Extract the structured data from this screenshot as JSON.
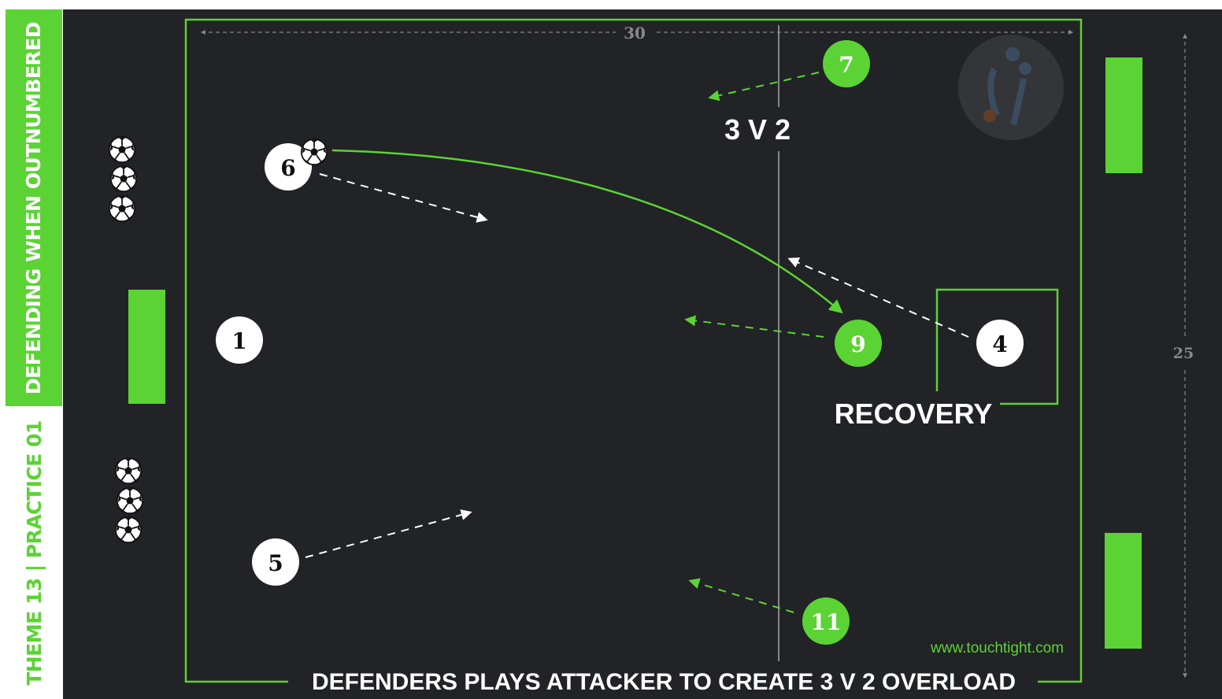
{
  "sidebar": {
    "top_label": "DEFENDING WHEN OUTNUMBERED",
    "bottom_label": "THEME 13 | PRACTICE 01"
  },
  "diagram": {
    "dimensions": {
      "width_label": "30",
      "length_label": "25"
    },
    "zone_label": "3 V 2",
    "recovery_label": "RECOVERY",
    "caption": "DEFENDERS PLAYS ATTACKER TO CREATE 3 V 2 OVERLOAD",
    "watermark": "www.touchtight.com",
    "players": {
      "white": [
        "6",
        "1",
        "5",
        "4"
      ],
      "green": [
        "7",
        "9",
        "11"
      ]
    },
    "ball_stacks": {
      "top_count": 3,
      "bottom_count": 3
    },
    "colors": {
      "accent_green": "#5bd334",
      "pitch_background": "#222326",
      "player_white": "#ffffff",
      "marker_grey": "#888888"
    },
    "icons": [
      "soccer-ball-icon",
      "touchtight-logo"
    ]
  }
}
